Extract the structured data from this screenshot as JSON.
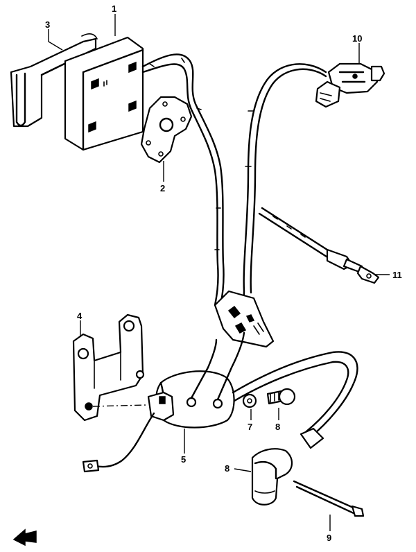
{
  "parts": [
    {
      "id": "cdi-unit",
      "number": "1"
    },
    {
      "id": "gasket",
      "number": "2"
    },
    {
      "id": "bracket-cdi",
      "number": "3"
    },
    {
      "id": "bracket-coil",
      "number": "4"
    },
    {
      "id": "ignition-coil",
      "number": "5"
    },
    {
      "id": "washer",
      "number": "7"
    },
    {
      "id": "bolt",
      "number": "8"
    },
    {
      "id": "plug-cap",
      "number": "8"
    },
    {
      "id": "cable-tie",
      "number": "9"
    },
    {
      "id": "switch",
      "number": "10"
    },
    {
      "id": "wire-lead",
      "number": "11"
    }
  ]
}
